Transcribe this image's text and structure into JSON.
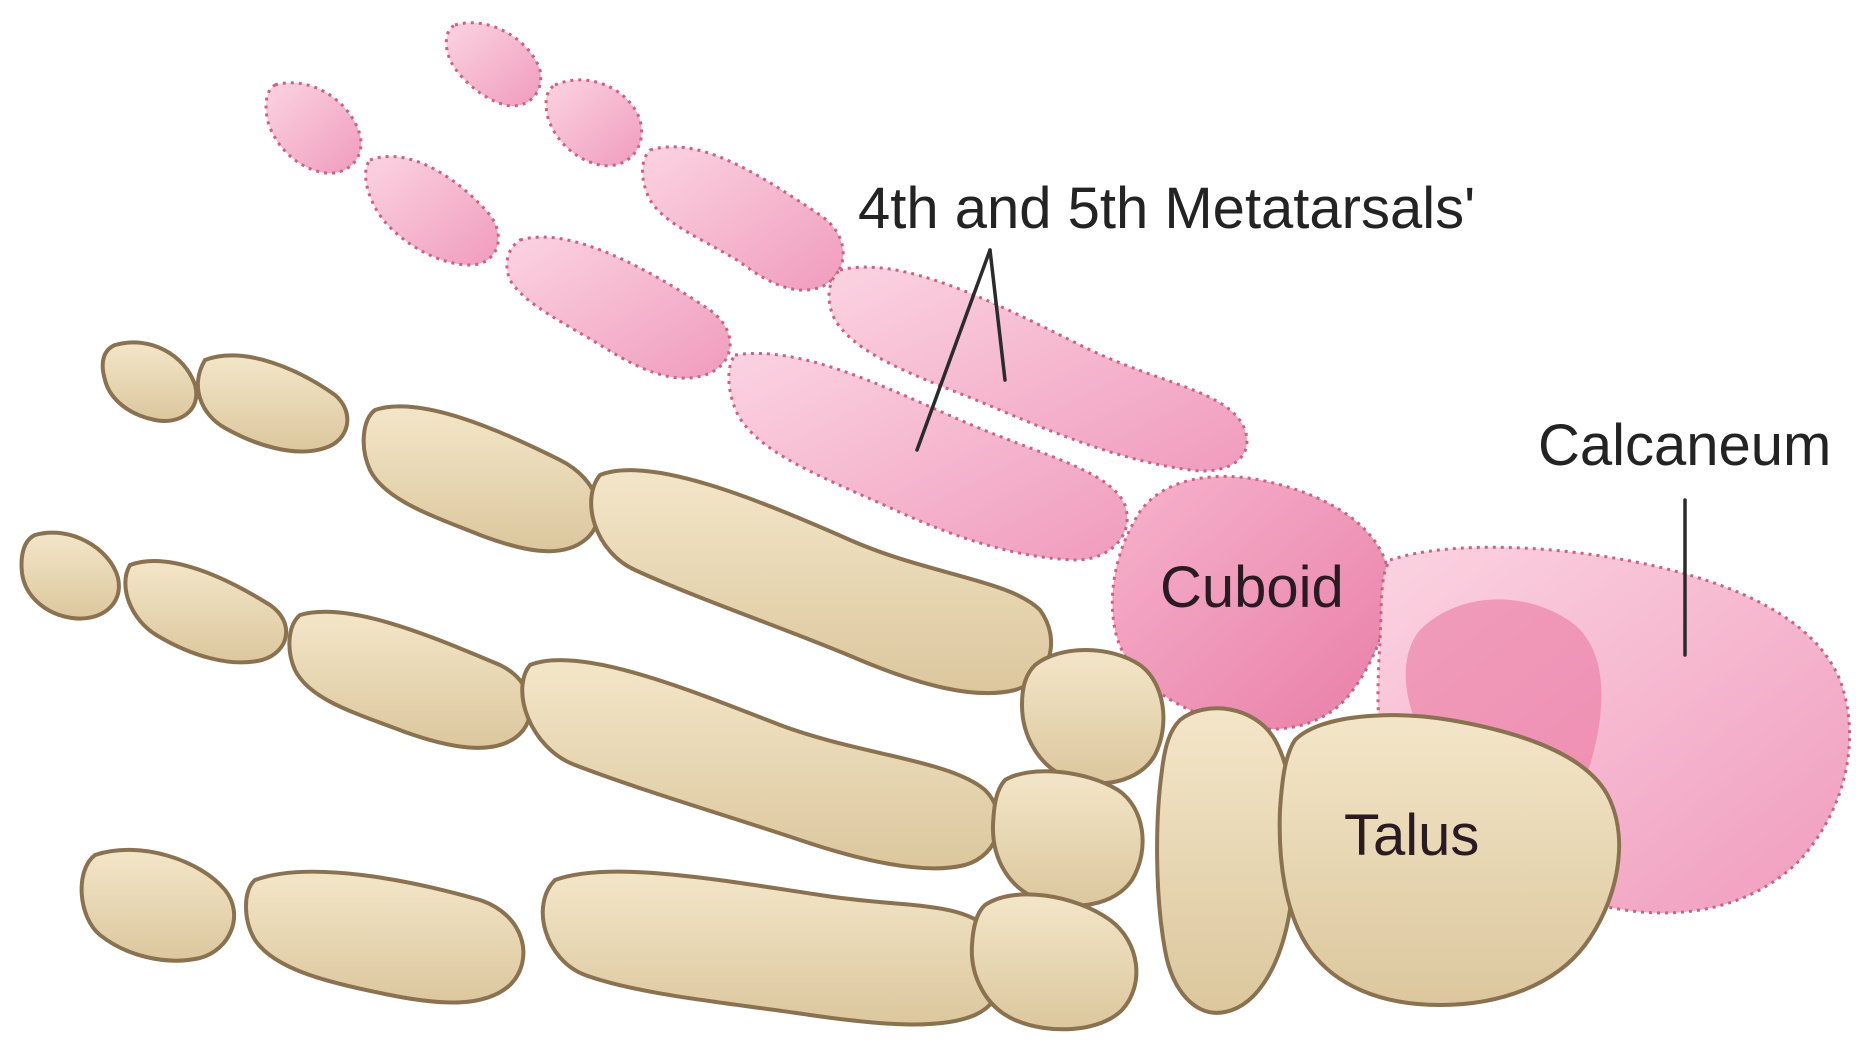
{
  "labels": {
    "metatarsals": "4th and 5th Metatarsals'",
    "calcaneum": "Calcaneum",
    "cuboid": "Cuboid",
    "talus": "Talus"
  },
  "colors": {
    "bone_fill": "#e8d8b4",
    "bone_outline": "#8a7150",
    "highlight_fill": "#f3a8c4",
    "highlight_outline": "#d0607f",
    "label_text": "#232323",
    "background": "#ffffff"
  }
}
